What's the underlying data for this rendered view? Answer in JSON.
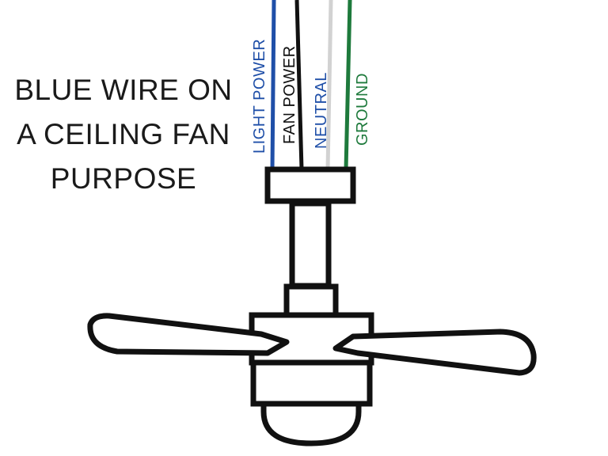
{
  "title": {
    "line1": "BLUE WIRE ON",
    "line2": "A CEILING FAN",
    "line3": "PURPOSE"
  },
  "wires": [
    {
      "name": "light-power",
      "label": "LIGHT POWER",
      "color": "#1f4fa8"
    },
    {
      "name": "fan-power",
      "label": "FAN POWER",
      "color": "#111111"
    },
    {
      "name": "neutral",
      "label": "NEUTRAL",
      "color": "#1f4fa8",
      "wire_color": "#d2d2d2"
    },
    {
      "name": "ground",
      "label": "GROUND",
      "color": "#1e7a3c"
    }
  ],
  "colors": {
    "outline": "#111111",
    "background": "#ffffff"
  }
}
